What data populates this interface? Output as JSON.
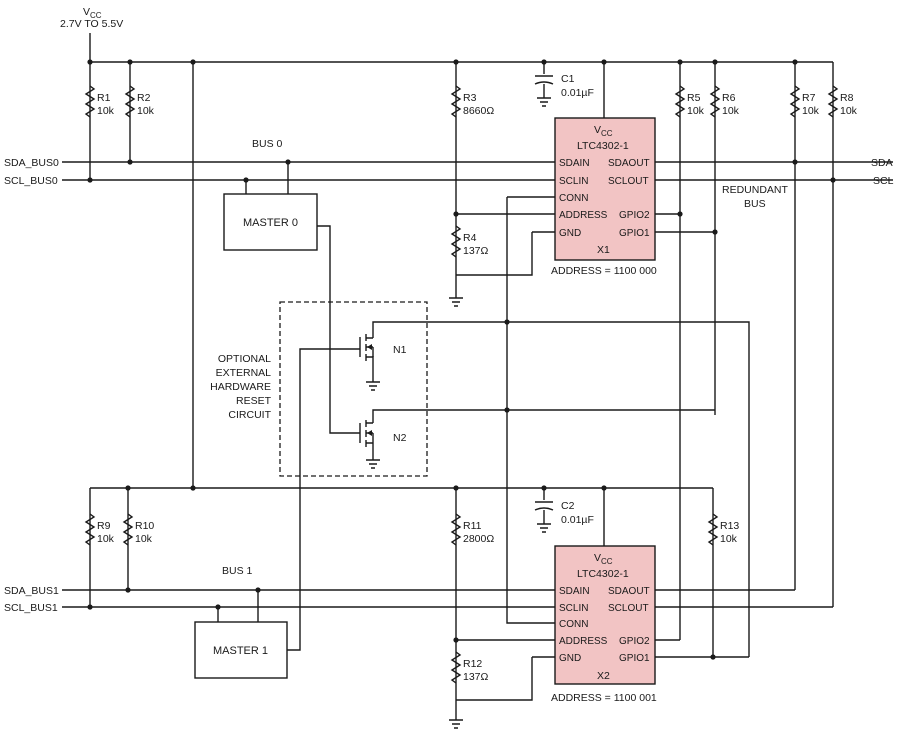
{
  "supply": {
    "label": "V",
    "sub": "CC",
    "range": "2.7V TO 5.5V"
  },
  "nets": {
    "sda_bus0": "SDA_BUS0",
    "scl_bus0": "SCL_BUS0",
    "sda_bus1": "SDA_BUS1",
    "scl_bus1": "SCL_BUS1",
    "sda": "SDA",
    "scl": "SCL",
    "bus0": "BUS 0",
    "bus1": "BUS 1",
    "redundant_1": "REDUNDANT",
    "redundant_2": "BUS"
  },
  "masters": {
    "m0": "MASTER 0",
    "m1": "MASTER 1"
  },
  "resistors": {
    "r1": {
      "name": "R1",
      "value": "10k"
    },
    "r2": {
      "name": "R2",
      "value": "10k"
    },
    "r3": {
      "name": "R3",
      "value": "8660Ω"
    },
    "r4": {
      "name": "R4",
      "value": "137Ω"
    },
    "r5": {
      "name": "R5",
      "value": "10k"
    },
    "r6": {
      "name": "R6",
      "value": "10k"
    },
    "r7": {
      "name": "R7",
      "value": "10k"
    },
    "r8": {
      "name": "R8",
      "value": "10k"
    },
    "r9": {
      "name": "R9",
      "value": "10k"
    },
    "r10": {
      "name": "R10",
      "value": "10k"
    },
    "r11": {
      "name": "R11",
      "value": "2800Ω"
    },
    "r12": {
      "name": "R12",
      "value": "137Ω"
    },
    "r13": {
      "name": "R13",
      "value": "10k"
    }
  },
  "capacitors": {
    "c1": {
      "name": "C1",
      "value": "0.01µF"
    },
    "c2": {
      "name": "C2",
      "value": "0.01µF"
    }
  },
  "ics": {
    "x1": {
      "vcc": "V",
      "vcc_sub": "CC",
      "part": "LTC4302-1",
      "ref": "X1",
      "address": "ADDRESS = 1100 000"
    },
    "x2": {
      "vcc": "V",
      "vcc_sub": "CC",
      "part": "LTC4302-1",
      "ref": "X2",
      "address": "ADDRESS = 1100 001"
    }
  },
  "pins": {
    "sdain": "SDAIN",
    "sclin": "SCLIN",
    "conn": "CONN",
    "address": "ADDRESS",
    "gnd": "GND",
    "sdaout": "SDAOUT",
    "sclout": "SCLOUT",
    "gpio2": "GPIO2",
    "gpio1": "GPIO1"
  },
  "transistors": {
    "n1": "N1",
    "n2": "N2"
  },
  "reset_circuit": [
    "OPTIONAL",
    "EXTERNAL",
    "HARDWARE",
    "RESET",
    "CIRCUIT"
  ]
}
